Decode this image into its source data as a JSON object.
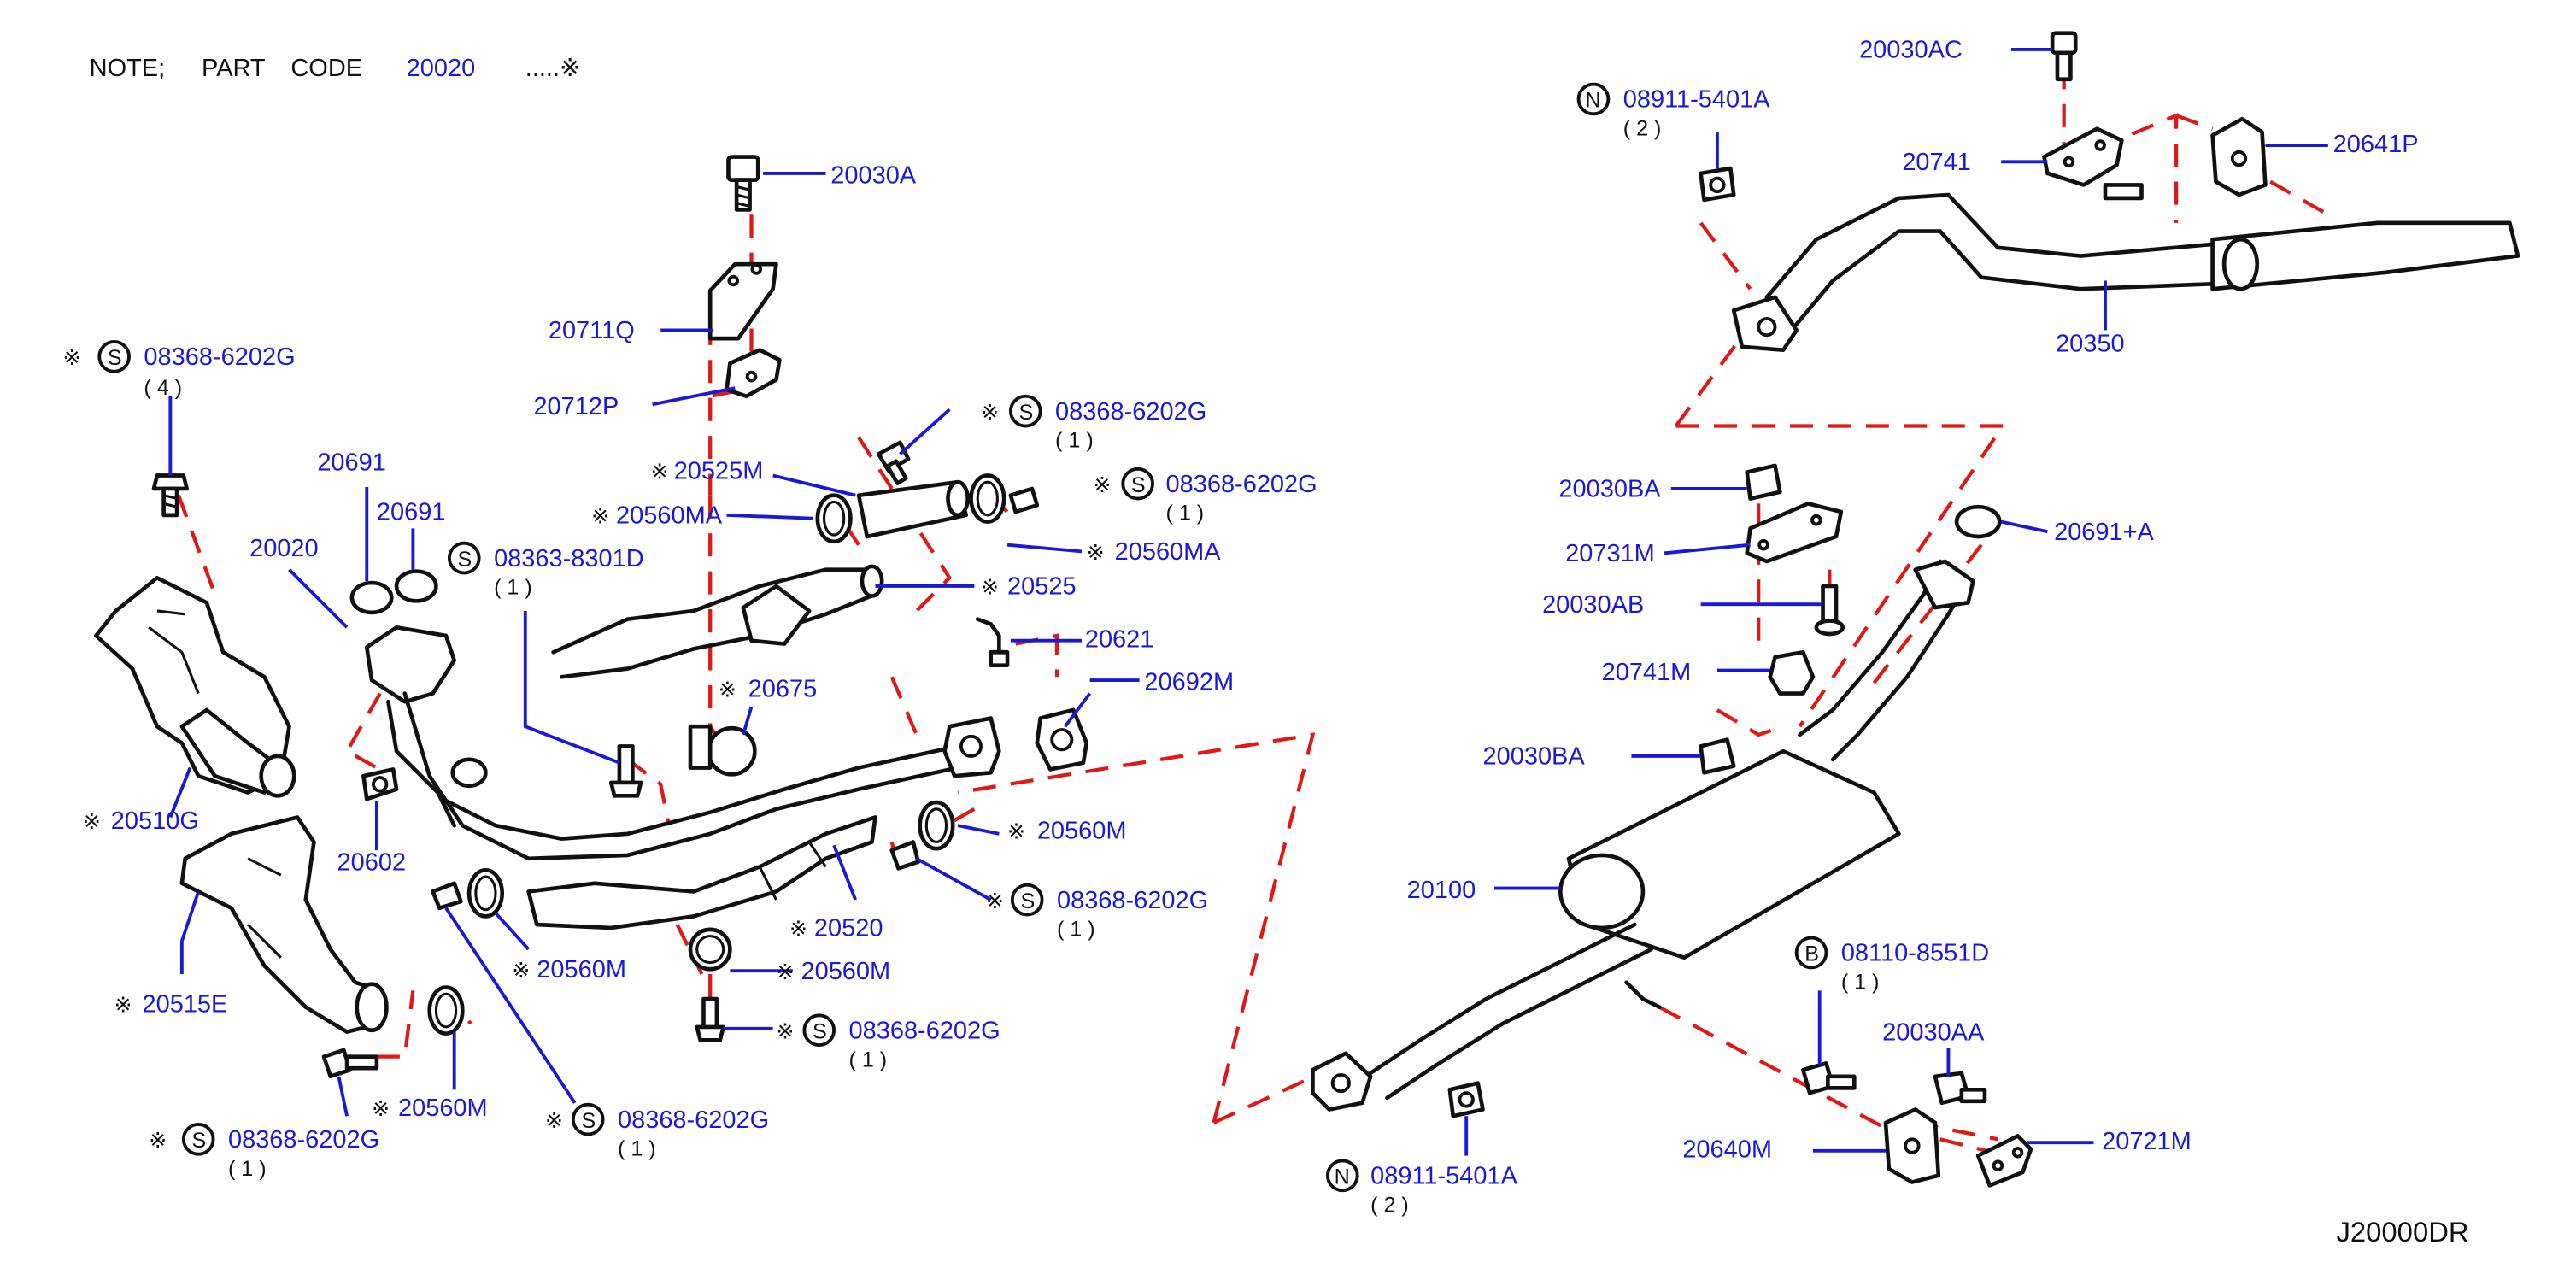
{
  "note": {
    "prefix": "NOTE;",
    "part": "PART",
    "code": "CODE",
    "code_value": "20020",
    "suffix": ".....※"
  },
  "diagram_id": "J20000DR",
  "mark": "※",
  "labels": {
    "p20030A": "20030A",
    "p20711Q": "20711Q",
    "p20712P": "20712P",
    "s_tl_code": "08368-6202G",
    "s_tl_qty": "( 4 )",
    "p20691a": "20691",
    "p20691b": "20691",
    "p20020": "20020",
    "s_83638_code": "08363-8301D",
    "s_83638_qty": "( 1 )",
    "p20525M": "20525M",
    "p20560MA_l": "20560MA",
    "s_tc1_code": "08368-6202G",
    "s_tc1_qty": "( 1 )",
    "s_tc2_code": "08368-6202G",
    "s_tc2_qty": "( 1 )",
    "p20560MA_r": "20560MA",
    "p20525": "20525",
    "p20621": "20621",
    "p20675": "20675",
    "p20692M": "20692M",
    "p20510G": "20510G",
    "p20602": "20602",
    "p20560M_r": "20560M",
    "s_mr_code": "08368-6202G",
    "s_mr_qty": "( 1 )",
    "p20520": "20520",
    "p20560M_m": "20560M",
    "p20560M_c": "20560M",
    "s_mc_code": "08368-6202G",
    "s_mc_qty": "( 1 )",
    "p20515E": "20515E",
    "p20560M_b": "20560M",
    "s_bl_code": "08368-6202G",
    "s_bl_qty": "( 1 )",
    "s_bc_code": "08368-6202G",
    "s_bc_qty": "( 1 )",
    "p20030AC": "20030AC",
    "n_top_code": "08911-5401A",
    "n_top_qty": "( 2 )",
    "p20741": "20741",
    "p20641P": "20641P",
    "p20350": "20350",
    "p20030BA_t": "20030BA",
    "p20731M": "20731M",
    "p20691A": "20691+A",
    "p20030AB": "20030AB",
    "p20741M": "20741M",
    "p20030BA_b": "20030BA",
    "p20100": "20100",
    "b_code": "08110-8551D",
    "b_qty": "( 1 )",
    "p20030AA": "20030AA",
    "p20640M": "20640M",
    "p20721M": "20721M",
    "n_bot_code": "08911-5401A",
    "n_bot_qty": "( 2 )"
  },
  "circle_letters": {
    "s": "S",
    "n": "N",
    "b": "B"
  }
}
